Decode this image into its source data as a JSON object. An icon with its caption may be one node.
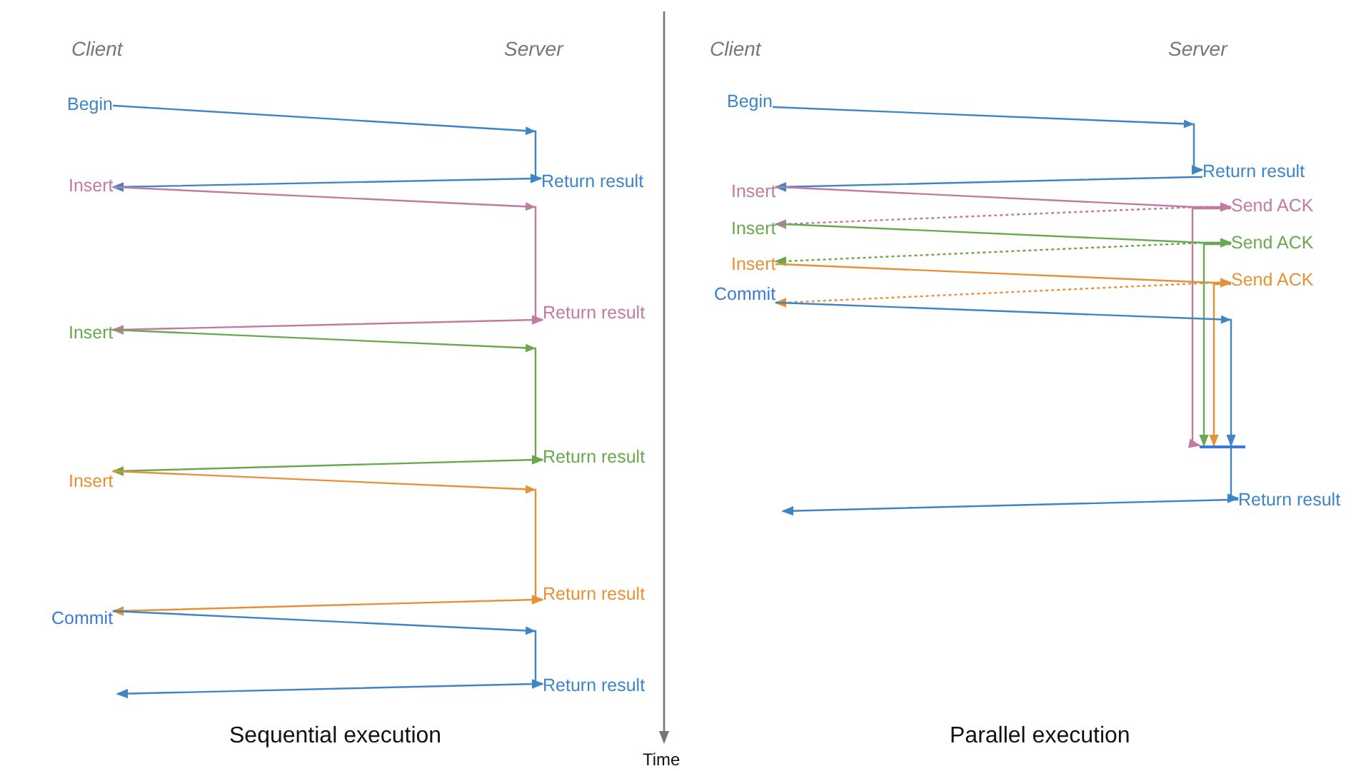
{
  "diagram": {
    "nodes": [
      {
        "text": [
          "Begin"
        ]
      },
      {
        "text": [
          "Return result"
        ]
      },
      {
        "text": [
          "Insert"
        ]
      },
      {
        "text": [
          "Return result"
        ]
      },
      {
        "text": [
          "Insert"
        ]
      },
      {
        "text": [
          "Return result"
        ]
      },
      {
        "text": [
          "Insert"
        ]
      },
      {
        "text": [
          "Return result"
        ]
      },
      {
        "text": [
          "Commit"
        ]
      },
      {
        "text": [
          "Return result"
        ]
      },
      {
        "text": [
          "Begin"
        ]
      },
      {
        "text": [
          "Return result"
        ]
      },
      {
        "text": [
          "Insert"
        ]
      },
      {
        "text": [
          "Send ACK"
        ]
      },
      {
        "text": [
          "Insert"
        ]
      },
      {
        "text": [
          "Send ACK"
        ]
      },
      {
        "text": [
          "Insert"
        ]
      },
      {
        "text": [
          "Send ACK"
        ]
      },
      {
        "text": [
          "Commit"
        ]
      },
      {
        "text": [],
        "shape": "bar"
      },
      {
        "text": [
          "Return result"
        ]
      }
    ],
    "edges": [
      {
        "from": 0,
        "to": 1,
        "arrow": "to"
      },
      {
        "from": 1,
        "to": 2,
        "arrow": "to"
      },
      {
        "from": 2,
        "to": 3,
        "arrow": "to",
        "color": "#c27ba0"
      },
      {
        "from": 3,
        "to": 4,
        "arrow": "to",
        "color": "#c27ba0"
      },
      {
        "from": 4,
        "to": 5,
        "arrow": "to",
        "color": "#6aa84f"
      },
      {
        "from": 5,
        "to": 6,
        "arrow": "to",
        "color": "#6aa84f"
      },
      {
        "from": 6,
        "to": 7,
        "arrow": "to",
        "color": "#e69138"
      },
      {
        "from": 7,
        "to": 8,
        "arrow": "to",
        "color": "#e69138"
      },
      {
        "from": 8,
        "to": 9,
        "arrow": "to"
      },
      {
        "from": 9,
        "to": null,
        "arrow": "to"
      },
      {
        "from": 10,
        "to": 11,
        "arrow": "to"
      },
      {
        "from": 11,
        "to": 12,
        "arrow": "to"
      },
      {
        "from": 12,
        "to": 13,
        "arrow": "to",
        "color": "#c27ba0"
      },
      {
        "from": 13,
        "to": 14,
        "arrow": "to",
        "style": "dashed",
        "color": "#c27ba0"
      },
      {
        "from": 14,
        "to": 15,
        "arrow": "to",
        "color": "#6aa84f"
      },
      {
        "from": 15,
        "to": 16,
        "arrow": "to",
        "style": "dashed",
        "color": "#6aa84f"
      },
      {
        "from": 16,
        "to": 17,
        "arrow": "to",
        "color": "#e69138"
      },
      {
        "from": 17,
        "to": 18,
        "arrow": "to",
        "style": "dashed",
        "color": "#e69138"
      },
      {
        "from": 13,
        "to": 19,
        "arrow": "to",
        "color": "#c27ba0"
      },
      {
        "from": 15,
        "to": 19,
        "arrow": "to",
        "color": "#6aa84f"
      },
      {
        "from": 17,
        "to": 19,
        "arrow": "to",
        "color": "#e69138"
      },
      {
        "from": 18,
        "to": 19,
        "arrow": "to"
      },
      {
        "from": 19,
        "to": 20,
        "arrow": "to"
      },
      {
        "from": 20,
        "to": null,
        "arrow": "to"
      }
    ],
    "labels": [
      "Client",
      "Server",
      "Sequential execution",
      "Client",
      "Server",
      "Parallel execution",
      "Time"
    ]
  }
}
